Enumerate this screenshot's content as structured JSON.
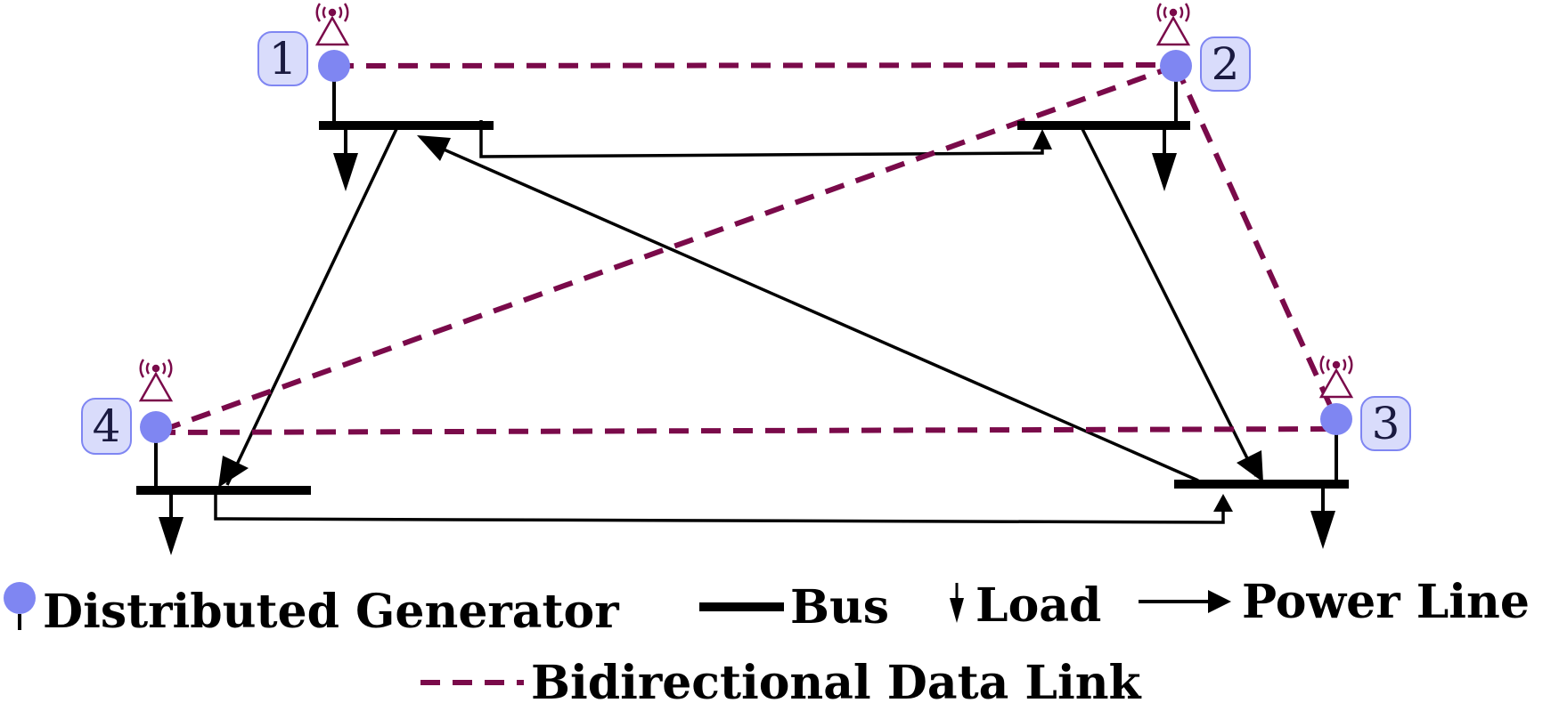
{
  "colors": {
    "generator": "#7f86f2",
    "node_badge_fill": "#d9dcfb",
    "node_badge_stroke": "#7f86f2",
    "data_link": "#7a0a4a",
    "antenna": "#7a0a4a",
    "line": "#000000"
  },
  "nodes": [
    {
      "id": "1",
      "label": "1"
    },
    {
      "id": "2",
      "label": "2"
    },
    {
      "id": "3",
      "label": "3"
    },
    {
      "id": "4",
      "label": "4"
    }
  ],
  "power_lines": [
    {
      "from": "1",
      "to": "2"
    },
    {
      "from": "1",
      "to": "4"
    },
    {
      "from": "2",
      "to": "3"
    },
    {
      "from": "3",
      "to": "1"
    },
    {
      "from": "4",
      "to": "3"
    }
  ],
  "data_links": [
    {
      "a": "1",
      "b": "2"
    },
    {
      "a": "2",
      "b": "3"
    },
    {
      "a": "2",
      "b": "4"
    },
    {
      "a": "4",
      "b": "3"
    }
  ],
  "legend": {
    "generator": "Distributed Generator",
    "bus": "Bus",
    "load": "Load",
    "power_line": "Power Line",
    "data_link": "Bidirectional Data Link"
  }
}
